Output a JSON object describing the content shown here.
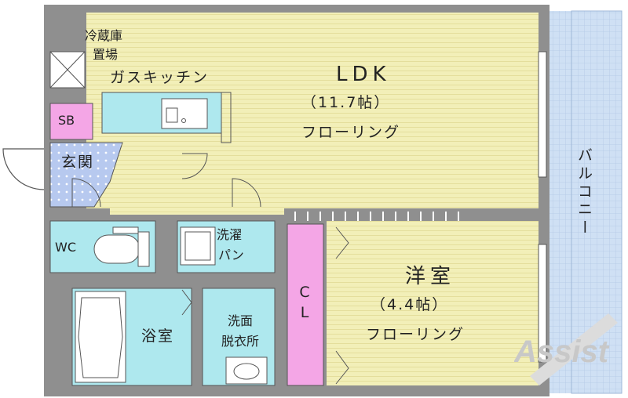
{
  "rooms": {
    "ldk": {
      "name": "LDK",
      "size": "（11.7帖）",
      "floor": "フローリング"
    },
    "western": {
      "name": "洋室",
      "size": "（4.4帖）",
      "floor": "フローリング"
    },
    "fridge_line1": "冷蔵庫",
    "fridge_line2": "置場",
    "kitchen": "ガスキッチン",
    "sb": "SB",
    "entrance": "玄関",
    "wc": "WC",
    "washer_line1": "洗濯",
    "washer_line2": "パン",
    "bath": "浴室",
    "washroom_line1": "洗面",
    "washroom_line2": "脱衣所",
    "closet": "CL",
    "balcony": "バルコニー"
  },
  "logo": {
    "text": "Assist"
  },
  "colors": {
    "wall": "#8f8f8f",
    "floor": "#f2efb8",
    "floor_stripe": "#e2dc98",
    "wet_area": "#aee8ee",
    "closet": "#f4a6e6",
    "sb": "#f4a6e6",
    "entrance_tile": "#b7c9ef",
    "balcony": "#cfe0f4",
    "logo": "#c8c8c8"
  }
}
